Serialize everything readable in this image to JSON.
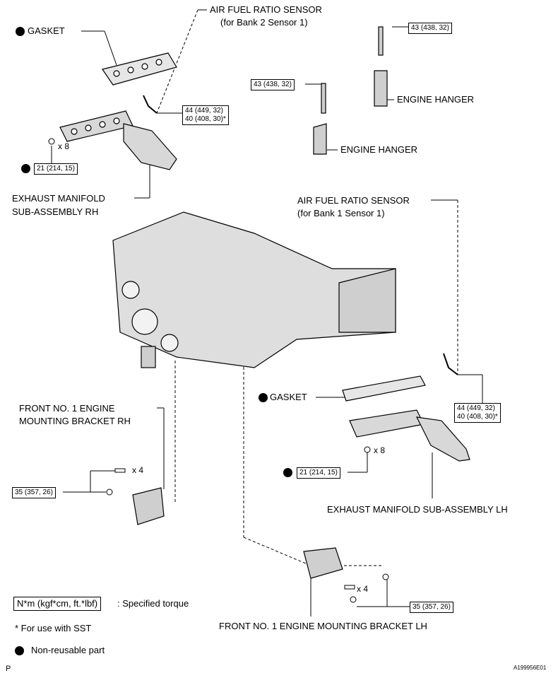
{
  "labels": {
    "gasket_rh": "GASKET",
    "af_sensor_b2_line1": "AIR FUEL RATIO SENSOR",
    "af_sensor_b2_line2": "(for Bank 2 Sensor 1)",
    "engine_hanger_1": "ENGINE HANGER",
    "engine_hanger_2": "ENGINE HANGER",
    "exhaust_rh_line1": "EXHAUST MANIFOLD",
    "exhaust_rh_line2": "SUB-ASSEMBLY RH",
    "af_sensor_b1_line1": "AIR FUEL RATIO SENSOR",
    "af_sensor_b1_line2": "(for Bank 1 Sensor 1)",
    "bracket_rh_line1": "FRONT NO. 1 ENGINE",
    "bracket_rh_line2": "MOUNTING BRACKET RH",
    "gasket_lh": "GASKET",
    "exhaust_lh": "EXHAUST MANIFOLD SUB-ASSEMBLY LH",
    "bracket_lh": "FRONT NO. 1 ENGINE MOUNTING BRACKET LH"
  },
  "torques": {
    "hanger_top": "43 (438, 32)",
    "hanger_mid": "43 (438, 32)",
    "sensor_b2_a": "44 (449, 32)",
    "sensor_b2_b": "40 (408, 30)*",
    "manifold_rh": "21 (214, 15)",
    "sensor_b1_a": "44 (449, 32)",
    "sensor_b1_b": "40 (408, 30)*",
    "manifold_lh": "21 (214, 15)",
    "bracket_rh": "35 (357, 26)",
    "bracket_lh": "35 (357, 26)"
  },
  "counts": {
    "nuts_rh": "x 8",
    "nuts_lh": "x 8",
    "bolts_bracket_rh": "x 4",
    "bolts_bracket_lh": "x 4"
  },
  "legend": {
    "torque_unit": "N*m (kgf*cm, ft.*lbf)",
    "torque_desc": ": Specified torque",
    "sst_note": "* For use with SST",
    "non_reusable": "Non-reusable part"
  },
  "footer": {
    "page_letter": "P",
    "figure_id": "A199956E01"
  }
}
